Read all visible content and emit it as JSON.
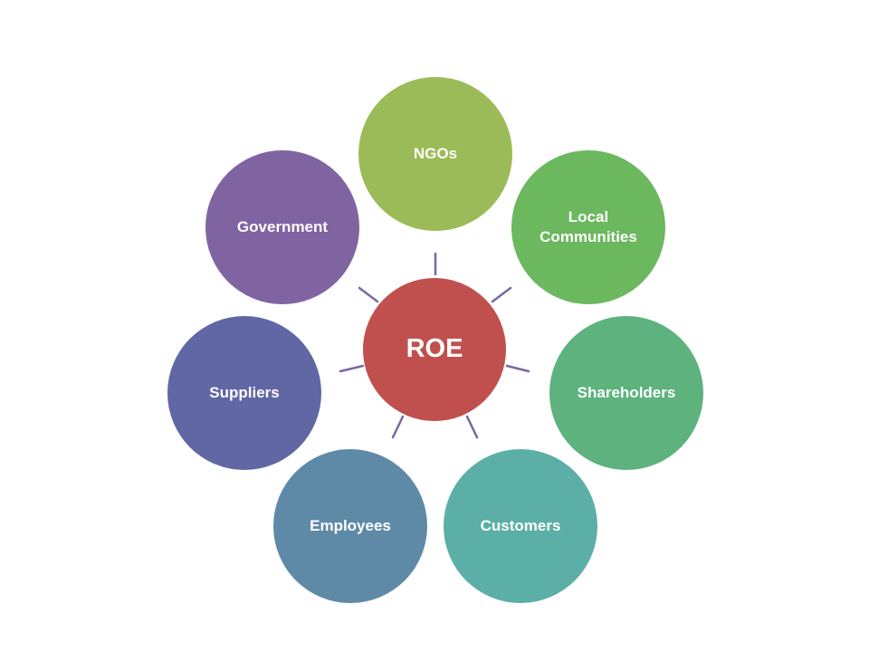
{
  "diagram": {
    "center": {
      "label": "ROE",
      "color": "#c0504d"
    },
    "nodes": [
      {
        "id": "ngos",
        "label": "NGOs",
        "color": "#9bbb59"
      },
      {
        "id": "local-communities",
        "label": "Local Communities",
        "color": "#6bb85f"
      },
      {
        "id": "shareholders",
        "label": "Shareholders",
        "color": "#5db27e"
      },
      {
        "id": "customers",
        "label": "Customers",
        "color": "#5bafa6"
      },
      {
        "id": "employees",
        "label": "Employees",
        "color": "#5e8aa8"
      },
      {
        "id": "suppliers",
        "label": "Suppliers",
        "color": "#6166a5"
      },
      {
        "id": "government",
        "label": "Government",
        "color": "#8064a2"
      }
    ],
    "connector_color": "#7a67a3"
  }
}
